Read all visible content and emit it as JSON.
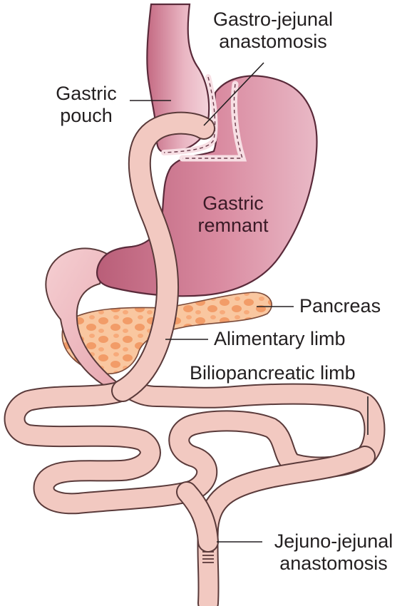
{
  "labels": {
    "gastro_jejunal_anastomosis": {
      "line1": "Gastro-jejunal",
      "line2": "anastomosis"
    },
    "gastric_pouch": {
      "line1": "Gastric",
      "line2": "pouch"
    },
    "gastric_remnant": {
      "line1": "Gastric",
      "line2": "remnant"
    },
    "pancreas": "Pancreas",
    "alimentary_limb": "Alimentary limb",
    "biliopancreatic_limb": "Biliopancreatic limb",
    "jejuno_jejunal_anastomosis": {
      "line1": "Jejuno-jejunal",
      "line2": "anastomosis"
    }
  },
  "colors": {
    "stomach": "#c9738a",
    "stomach_light": "#e7b3c0",
    "intestine": "#f2c9c1",
    "intestine_outline": "#5a3a3a",
    "pancreas": "#f6b88c",
    "pancreas_spots": "#f08f5a",
    "leader_line": "#231f20"
  }
}
